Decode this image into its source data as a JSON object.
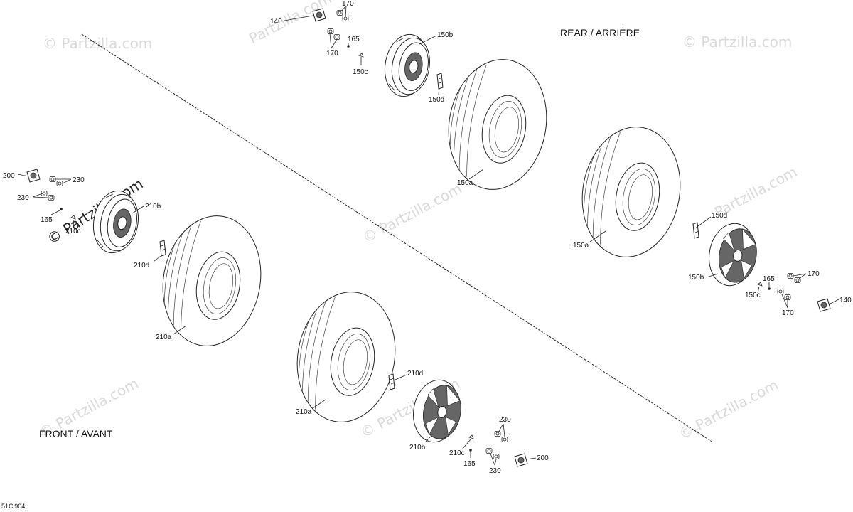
{
  "sections": {
    "rear": "REAR / ARRIÈRE",
    "front": "FRONT / AVANT"
  },
  "watermark": {
    "text": "Partzilla.com",
    "prominent_text": "© Partzilla.com"
  },
  "drawing_code": "51C'904",
  "callouts": {
    "rear_top": {
      "hub_cap": "140",
      "nut_a": "170",
      "nut_b": "170",
      "valve": "165",
      "rim": "150b",
      "valve_stem": "150c",
      "weight": "150d",
      "tire": "150a"
    },
    "rear_right": {
      "weight": "150d",
      "tire": "150a",
      "rim": "150b",
      "valve": "165",
      "nut_a": "170",
      "nut_b": "170",
      "valve_stem": "150c",
      "hub_cap": "140"
    },
    "front_left": {
      "hub_cap": "200",
      "nut_a": "230",
      "nut_b": "230",
      "valve": "165",
      "rim": "210b",
      "valve_stem": "210c",
      "weight": "210d",
      "tire": "210a"
    },
    "front_bottom": {
      "weight": "210d",
      "tire": "210a",
      "rim": "210b",
      "valve_stem": "210c",
      "valve": "165",
      "nut_a": "230",
      "nut_b": "230",
      "hub_cap": "200"
    }
  },
  "colors": {
    "line": "#222222",
    "watermark": "#d9d9d9"
  }
}
